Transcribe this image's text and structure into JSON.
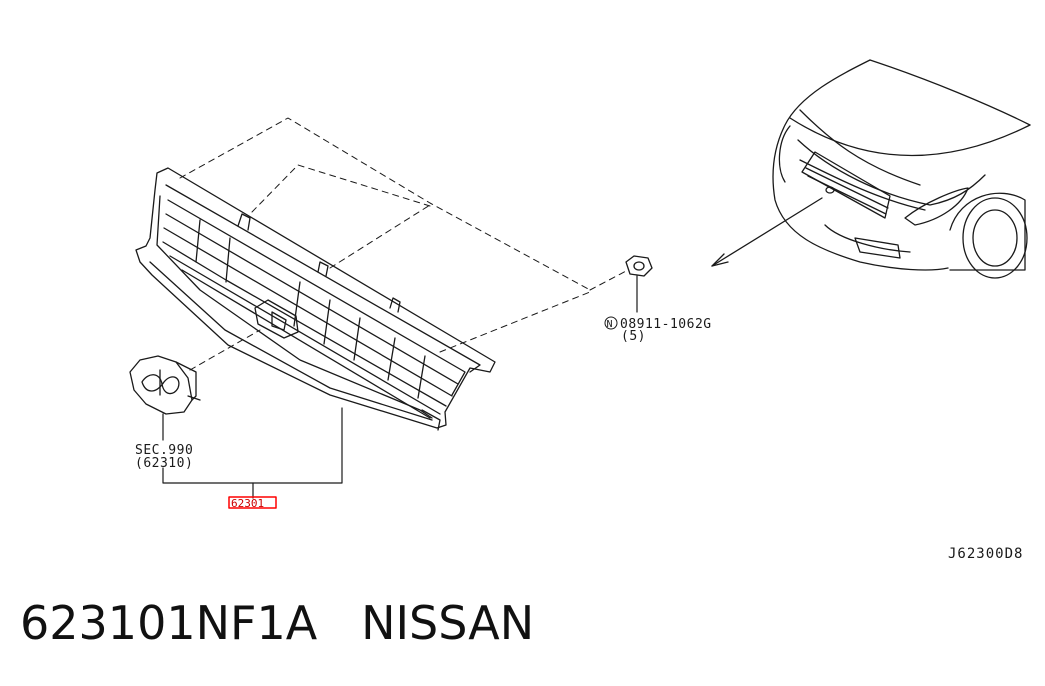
{
  "diagram": {
    "drawing_code": "J62300D8",
    "parts": {
      "emblem_ref": {
        "line1": "SEC.990",
        "line2": "(62310)"
      },
      "nut": {
        "line1": "08911-1062G",
        "line2": "(5)",
        "prefix_symbol": "N"
      },
      "grille": {
        "label": "62301",
        "highlight_color": "#ff0000"
      }
    }
  },
  "title": {
    "part_number": "623101NF1A",
    "brand": "NISSAN"
  },
  "colors": {
    "line": "#1a1a1a",
    "highlight": "#ff0000"
  }
}
